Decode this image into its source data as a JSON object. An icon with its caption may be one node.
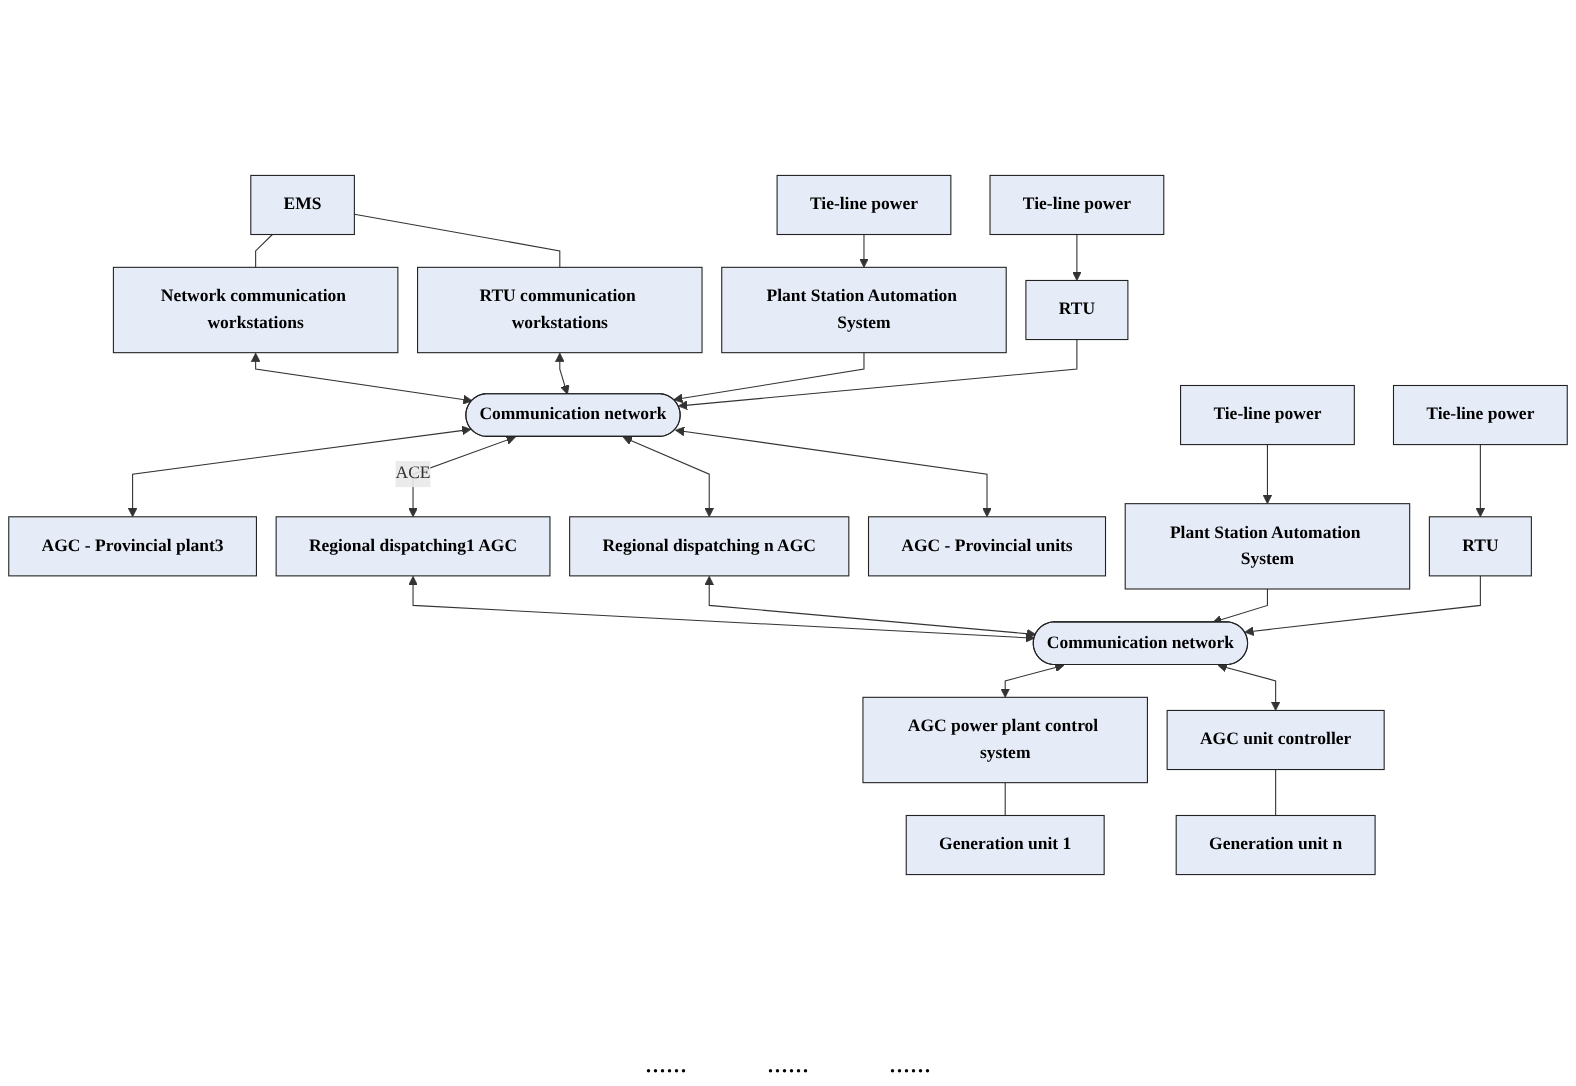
{
  "diagram": {
    "nodes": [
      {
        "text": [
          "EMS"
        ]
      },
      {
        "text": [
          "Network communication workstations"
        ]
      },
      {
        "text": [
          "RTU communication workstations"
        ]
      },
      {
        "text": [
          "Communication network"
        ]
      },
      {
        "text": [
          "Plant Station Automation System"
        ]
      },
      {
        "text": [
          "RTU"
        ]
      },
      {
        "text": [
          "Tie-line power"
        ]
      },
      {
        "text": [
          "AGC - Provincial plant3"
        ]
      },
      {
        "text": [
          "Regional dispatching1 AGC"
        ]
      },
      {
        "text": [
          "Regional dispatching n AGC"
        ]
      },
      {
        "text": [
          "AGC - Provincial units"
        ]
      },
      {
        "text": [
          "Tie-line power"
        ]
      },
      {
        "text": [
          "Communication network"
        ]
      },
      {
        "text": [
          "Plant Station Automation System"
        ]
      },
      {
        "text": [
          "RTU"
        ]
      },
      {
        "text": [
          "AGC power plant control system"
        ]
      },
      {
        "text": [
          "AGC unit controller"
        ]
      },
      {
        "text": [
          "Tie-line power"
        ]
      },
      {
        "text": [
          "Generation unit 1"
        ]
      },
      {
        "text": [
          "Generation unit n"
        ]
      },
      {
        "text": [
          "Tie-line power"
        ]
      }
    ],
    "edges": [
      {
        "from": 0,
        "to": 1,
        "arrow": "none"
      },
      {
        "from": 0,
        "to": 2,
        "arrow": "none"
      },
      {
        "from": 1,
        "to": 3,
        "arrow": "both"
      },
      {
        "from": 2,
        "to": 3,
        "arrow": "both"
      },
      {
        "from": 4,
        "to": 3,
        "arrow": "to"
      },
      {
        "from": 5,
        "to": 3,
        "arrow": "to"
      },
      {
        "from": 6,
        "to": 4,
        "arrow": "to"
      },
      {
        "from": 11,
        "to": 5,
        "arrow": "to"
      },
      {
        "from": 7,
        "to": 3,
        "arrow": "both"
      },
      {
        "from": 8,
        "to": 3,
        "arrow": "both",
        "label": "ACE"
      },
      {
        "from": 9,
        "to": 3,
        "arrow": "both"
      },
      {
        "from": 10,
        "to": 3,
        "arrow": "both"
      },
      {
        "from": 8,
        "to": 12,
        "arrow": "both"
      },
      {
        "from": 9,
        "to": 12,
        "arrow": "both"
      },
      {
        "from": 13,
        "to": 12,
        "arrow": "to"
      },
      {
        "from": 14,
        "to": 12,
        "arrow": "to"
      },
      {
        "from": 17,
        "to": 13,
        "arrow": "to"
      },
      {
        "from": 20,
        "to": 14,
        "arrow": "to"
      },
      {
        "from": 15,
        "to": 12,
        "arrow": "both"
      },
      {
        "from": 16,
        "to": 12,
        "arrow": "both"
      },
      {
        "from": 15,
        "to": 18,
        "arrow": "none"
      },
      {
        "from": 16,
        "to": 19,
        "arrow": "none"
      }
    ],
    "labels": [
      "......",
      "......",
      "......"
    ]
  }
}
